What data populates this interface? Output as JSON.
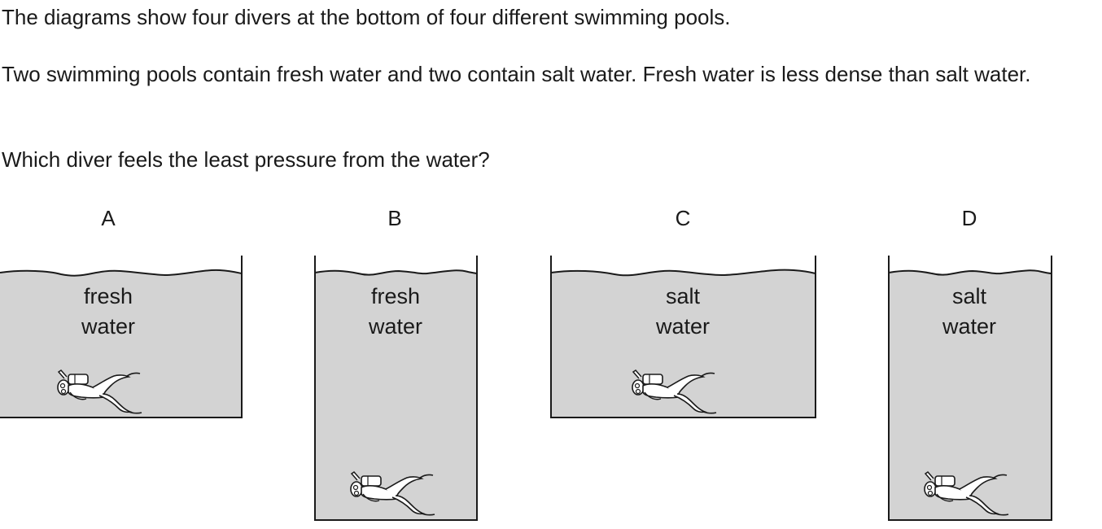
{
  "question": {
    "intro": "The diagrams show four divers at the bottom of four different swimming pools.",
    "context": "Two swimming pools contain fresh water and two contain salt water. Fresh water is less dense than salt water.",
    "prompt": "Which diver feels the least pressure from the water?"
  },
  "options": [
    {
      "letter": "A",
      "water_line1": "fresh",
      "water_line2": "water",
      "depth": "shallow"
    },
    {
      "letter": "B",
      "water_line1": "fresh",
      "water_line2": "water",
      "depth": "deep"
    },
    {
      "letter": "C",
      "water_line1": "salt",
      "water_line2": "water",
      "depth": "shallow"
    },
    {
      "letter": "D",
      "water_line1": "salt",
      "water_line2": "water",
      "depth": "deep"
    }
  ],
  "colors": {
    "water": "#d3d3d3",
    "outline": "#1a1a1a"
  },
  "icons": {
    "diver": "scuba-diver-icon"
  }
}
